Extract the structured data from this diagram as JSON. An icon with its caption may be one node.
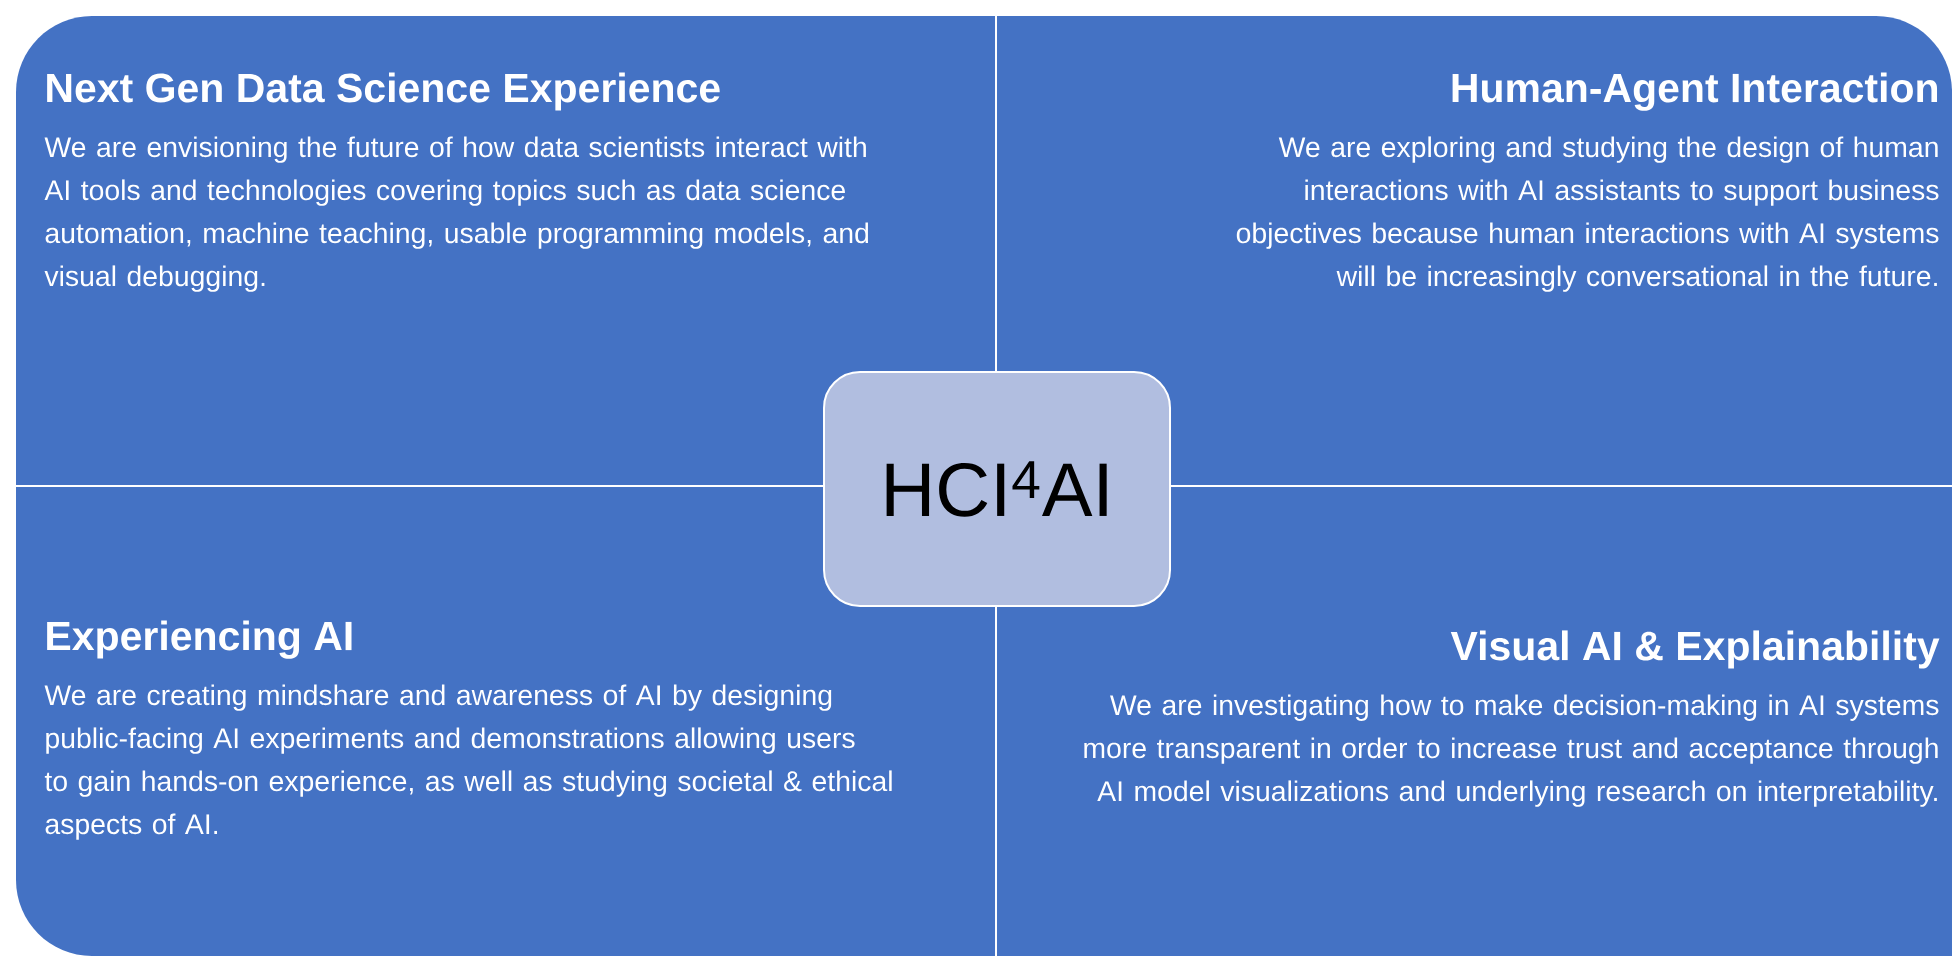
{
  "diagram": {
    "nodes": [
      {
        "text": [
          "Next Gen Data Science Experience",
          "We are envisioning the future of how data scientists interact with AI tools and technologies covering topics such as data science automation, machine teaching, usable programming models, and visual debugging."
        ]
      },
      {
        "text": [
          "Human-Agent Interaction",
          "We are exploring and studying the design of human interactions with AI assistants to support business objectives because human interactions with AI systems will be increasingly conversational in the future."
        ]
      },
      {
        "text": [
          "Experiencing AI",
          "We are creating mindshare and awareness of AI by designing public-facing AI experiments and demonstrations allowing users to gain hands-on experience, as well as studying societal & ethical aspects of AI."
        ]
      },
      {
        "text": [
          "Visual AI & Explainability",
          "We are investigating how to make decision-making in AI systems more transparent in order to increase trust and acceptance through AI model visualizations and underlying research on interpretability."
        ]
      },
      {
        "text": [
          "HCI$^{4}$AI"
        ]
      }
    ]
  }
}
